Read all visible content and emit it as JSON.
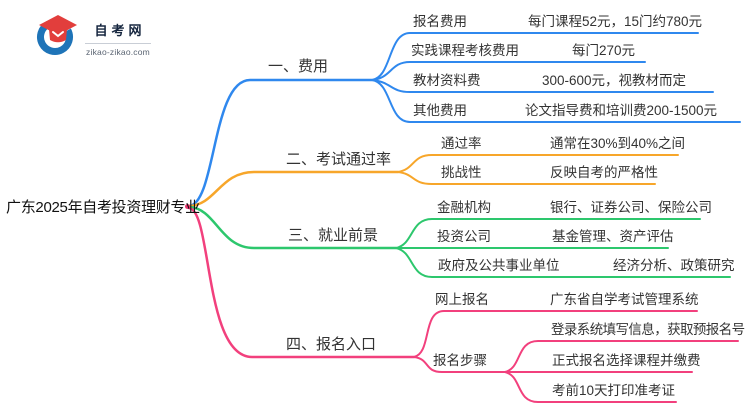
{
  "logo": {
    "title": "自考网",
    "domain": "zikao-zikao.com"
  },
  "root": "广东2025年自考投资理财专业",
  "colors": {
    "fees": "#2F88EE",
    "pass_rate": "#F7A62A",
    "jobs": "#2DC76D",
    "signup": "#F2407D",
    "logo_blue": "#1E74B8",
    "logo_red": "#E23E3C"
  },
  "branches": [
    {
      "label": "一、费用",
      "color": "#2F88EE",
      "rows": [
        {
          "key": "报名费用",
          "value": "每门课程52元，15门约780元"
        },
        {
          "key": "实践课程考核费用",
          "value": "每门270元"
        },
        {
          "key": "教材资料费",
          "value": "300-600元，视教材而定"
        },
        {
          "key": "其他费用",
          "value": "论文指导费和培训费200-1500元"
        }
      ]
    },
    {
      "label": "二、考试通过率",
      "color": "#F7A62A",
      "rows": [
        {
          "key": "通过率",
          "value": "通常在30%到40%之间"
        },
        {
          "key": "挑战性",
          "value": "反映自考的严格性"
        }
      ]
    },
    {
      "label": "三、就业前景",
      "color": "#2DC76D",
      "rows": [
        {
          "key": "金融机构",
          "value": "银行、证券公司、保险公司"
        },
        {
          "key": "投资公司",
          "value": "基金管理、资产评估"
        },
        {
          "key": "政府及公共事业单位",
          "value": "经济分析、政策研究"
        }
      ]
    },
    {
      "label": "四、报名入口",
      "color": "#F2407D",
      "rows": [
        {
          "key": "网上报名",
          "value": "广东省自学考试管理系统"
        },
        {
          "key": "报名步骤",
          "steps": [
            "登录系统填写信息，获取预报名号",
            "正式报名选择课程并缴费",
            "考前10天打印准考证"
          ]
        }
      ]
    }
  ]
}
